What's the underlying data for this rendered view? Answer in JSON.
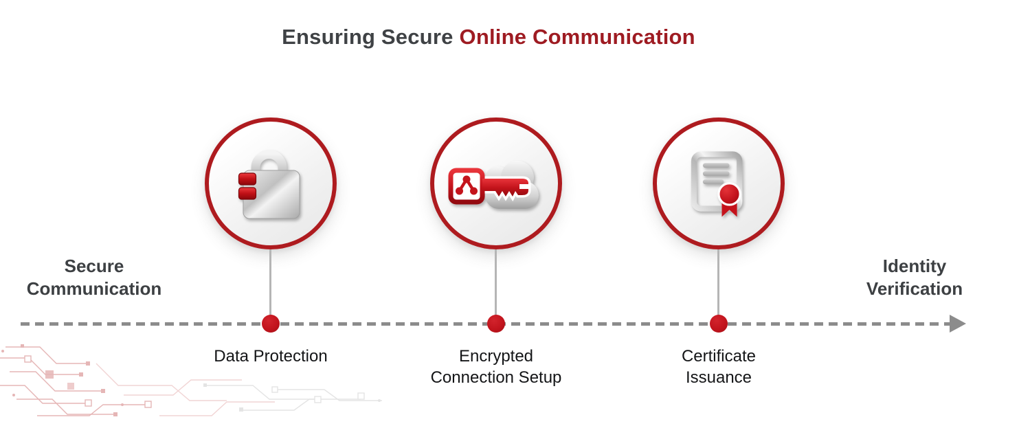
{
  "title": {
    "prefix": "Ensuring Secure",
    "highlight": "Online Communication"
  },
  "timeline": {
    "start_label": "Secure\nCommunication",
    "end_label": "Identity\nVerification",
    "direction": "left-to-right"
  },
  "steps": [
    {
      "label": "Data Protection",
      "icon": "padlock-icon"
    },
    {
      "label": "Encrypted\nConnection Setup",
      "icon": "cloud-key-icon"
    },
    {
      "label": "Certificate\nIssuance",
      "icon": "certificate-seal-icon"
    }
  ],
  "colors": {
    "title_gray": "#3f4245",
    "title_red": "#9e1b22",
    "circle_border_red": "#ae1b1f",
    "dot_red": "#c2141d",
    "axis_gray": "#8c8c8c",
    "connector_gray": "#b5b5b5",
    "step_label_dark": "#141517",
    "endpoint_label_gray": "#3d4043",
    "icon_silver": "#c9c9c9",
    "icon_red": "#c4141c"
  }
}
